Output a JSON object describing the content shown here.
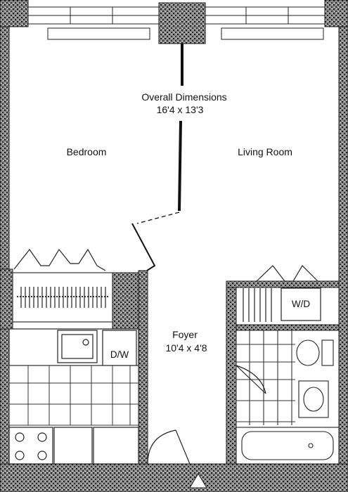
{
  "plan": {
    "overall": {
      "heading": "Overall Dimensions",
      "size": "16'4 x 13'3"
    },
    "rooms": {
      "bedroom": "Bedroom",
      "living_room": "Living Room",
      "foyer": {
        "name": "Foyer",
        "size": "10'4 x 4'8"
      }
    },
    "fixtures": {
      "dishwasher": "D/W",
      "washer_dryer": "W/D"
    }
  },
  "colors": {
    "wall": "#1e1e1e",
    "wall_fill": "#6a6a6a",
    "line": "#222222",
    "paper": "#ffffff"
  }
}
